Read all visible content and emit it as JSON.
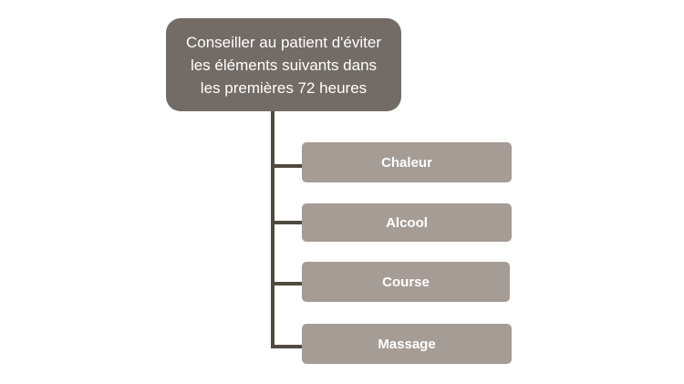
{
  "diagram": {
    "root": {
      "text": "Conseiller au patient d'éviter\nles éléments suivants dans\nles premières 72 heures"
    },
    "items": [
      {
        "label": "Chaleur"
      },
      {
        "label": "Alcool"
      },
      {
        "label": "Course"
      },
      {
        "label": "Massage"
      }
    ]
  },
  "colors": {
    "root_box": "#736b65",
    "child_box": "#a59c96",
    "connector": "#4f4a3f",
    "text": "#ffffff"
  }
}
